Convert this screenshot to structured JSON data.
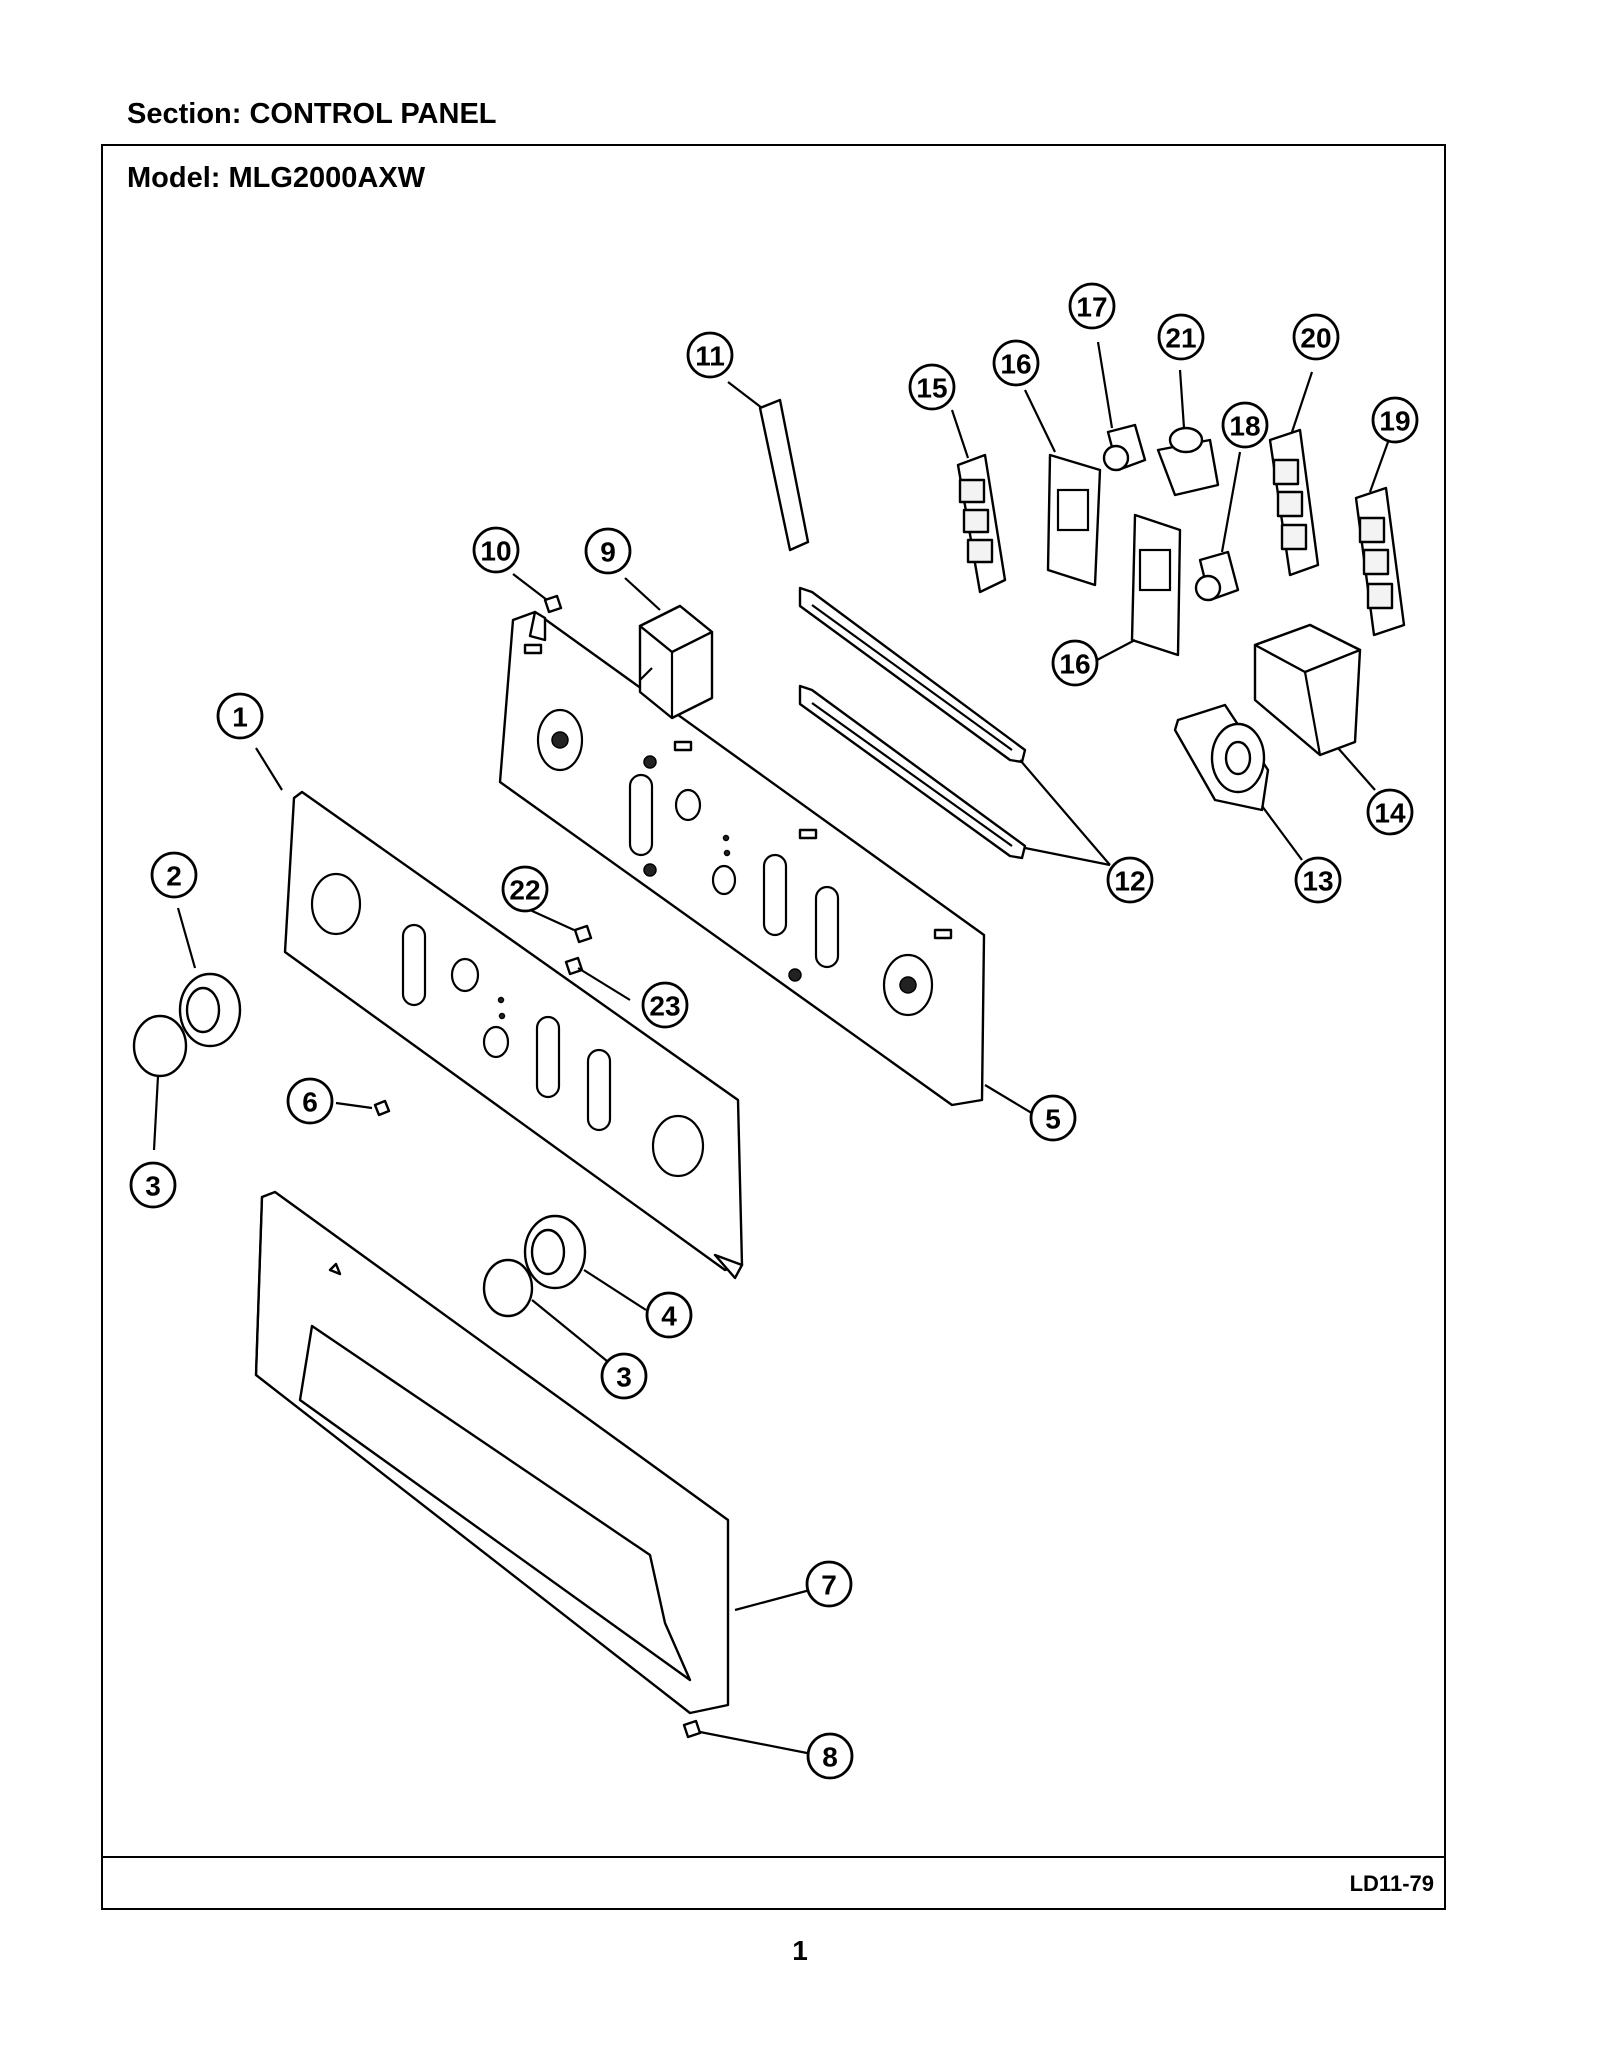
{
  "header": {
    "section_label": "Section:  CONTROL PANEL"
  },
  "frame": {
    "model_label": "Model:  MLG2000AXW",
    "diagram_code": "LD11-79"
  },
  "page_number": "1",
  "callouts": [
    {
      "id": "c1",
      "label": "1"
    },
    {
      "id": "c2",
      "label": "2"
    },
    {
      "id": "c3a",
      "label": "3"
    },
    {
      "id": "c3b",
      "label": "3"
    },
    {
      "id": "c4",
      "label": "4"
    },
    {
      "id": "c5",
      "label": "5"
    },
    {
      "id": "c6",
      "label": "6"
    },
    {
      "id": "c7",
      "label": "7"
    },
    {
      "id": "c8",
      "label": "8"
    },
    {
      "id": "c9",
      "label": "9"
    },
    {
      "id": "c10",
      "label": "10"
    },
    {
      "id": "c11",
      "label": "11"
    },
    {
      "id": "c12",
      "label": "12"
    },
    {
      "id": "c13",
      "label": "13"
    },
    {
      "id": "c14",
      "label": "14"
    },
    {
      "id": "c15",
      "label": "15"
    },
    {
      "id": "c16a",
      "label": "16"
    },
    {
      "id": "c16b",
      "label": "16"
    },
    {
      "id": "c17",
      "label": "17"
    },
    {
      "id": "c18",
      "label": "18"
    },
    {
      "id": "c19",
      "label": "19"
    },
    {
      "id": "c20",
      "label": "20"
    },
    {
      "id": "c21",
      "label": "21"
    },
    {
      "id": "c22",
      "label": "22"
    },
    {
      "id": "c23",
      "label": "23"
    }
  ]
}
